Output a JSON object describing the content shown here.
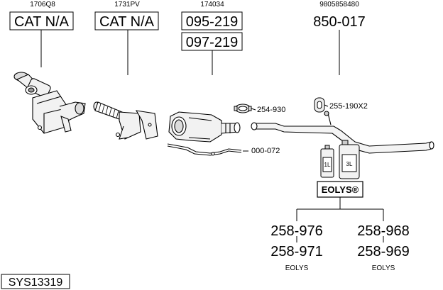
{
  "oem_numbers": {
    "first": "1706Q8",
    "second": "1731PV",
    "third": "174034",
    "fourth": "9805858480"
  },
  "part_boxes": {
    "first": "CAT N/A",
    "second": "CAT N/A",
    "third_a": "095-219",
    "third_b": "097-219"
  },
  "tailpipe_part": "850-017",
  "accessories": {
    "clamp": "254-930",
    "hanger": "255-190X2",
    "pipe": "000-072"
  },
  "eolys": {
    "brand": "EOLYS®",
    "can_small": "1L",
    "can_large": "3L",
    "left_top": "258-976",
    "left_bottom": "258-971",
    "right_top": "258-968",
    "right_bottom": "258-969",
    "left_caption": "EOLYS",
    "right_caption": "EOLYS"
  },
  "system_code": "SYS13319"
}
